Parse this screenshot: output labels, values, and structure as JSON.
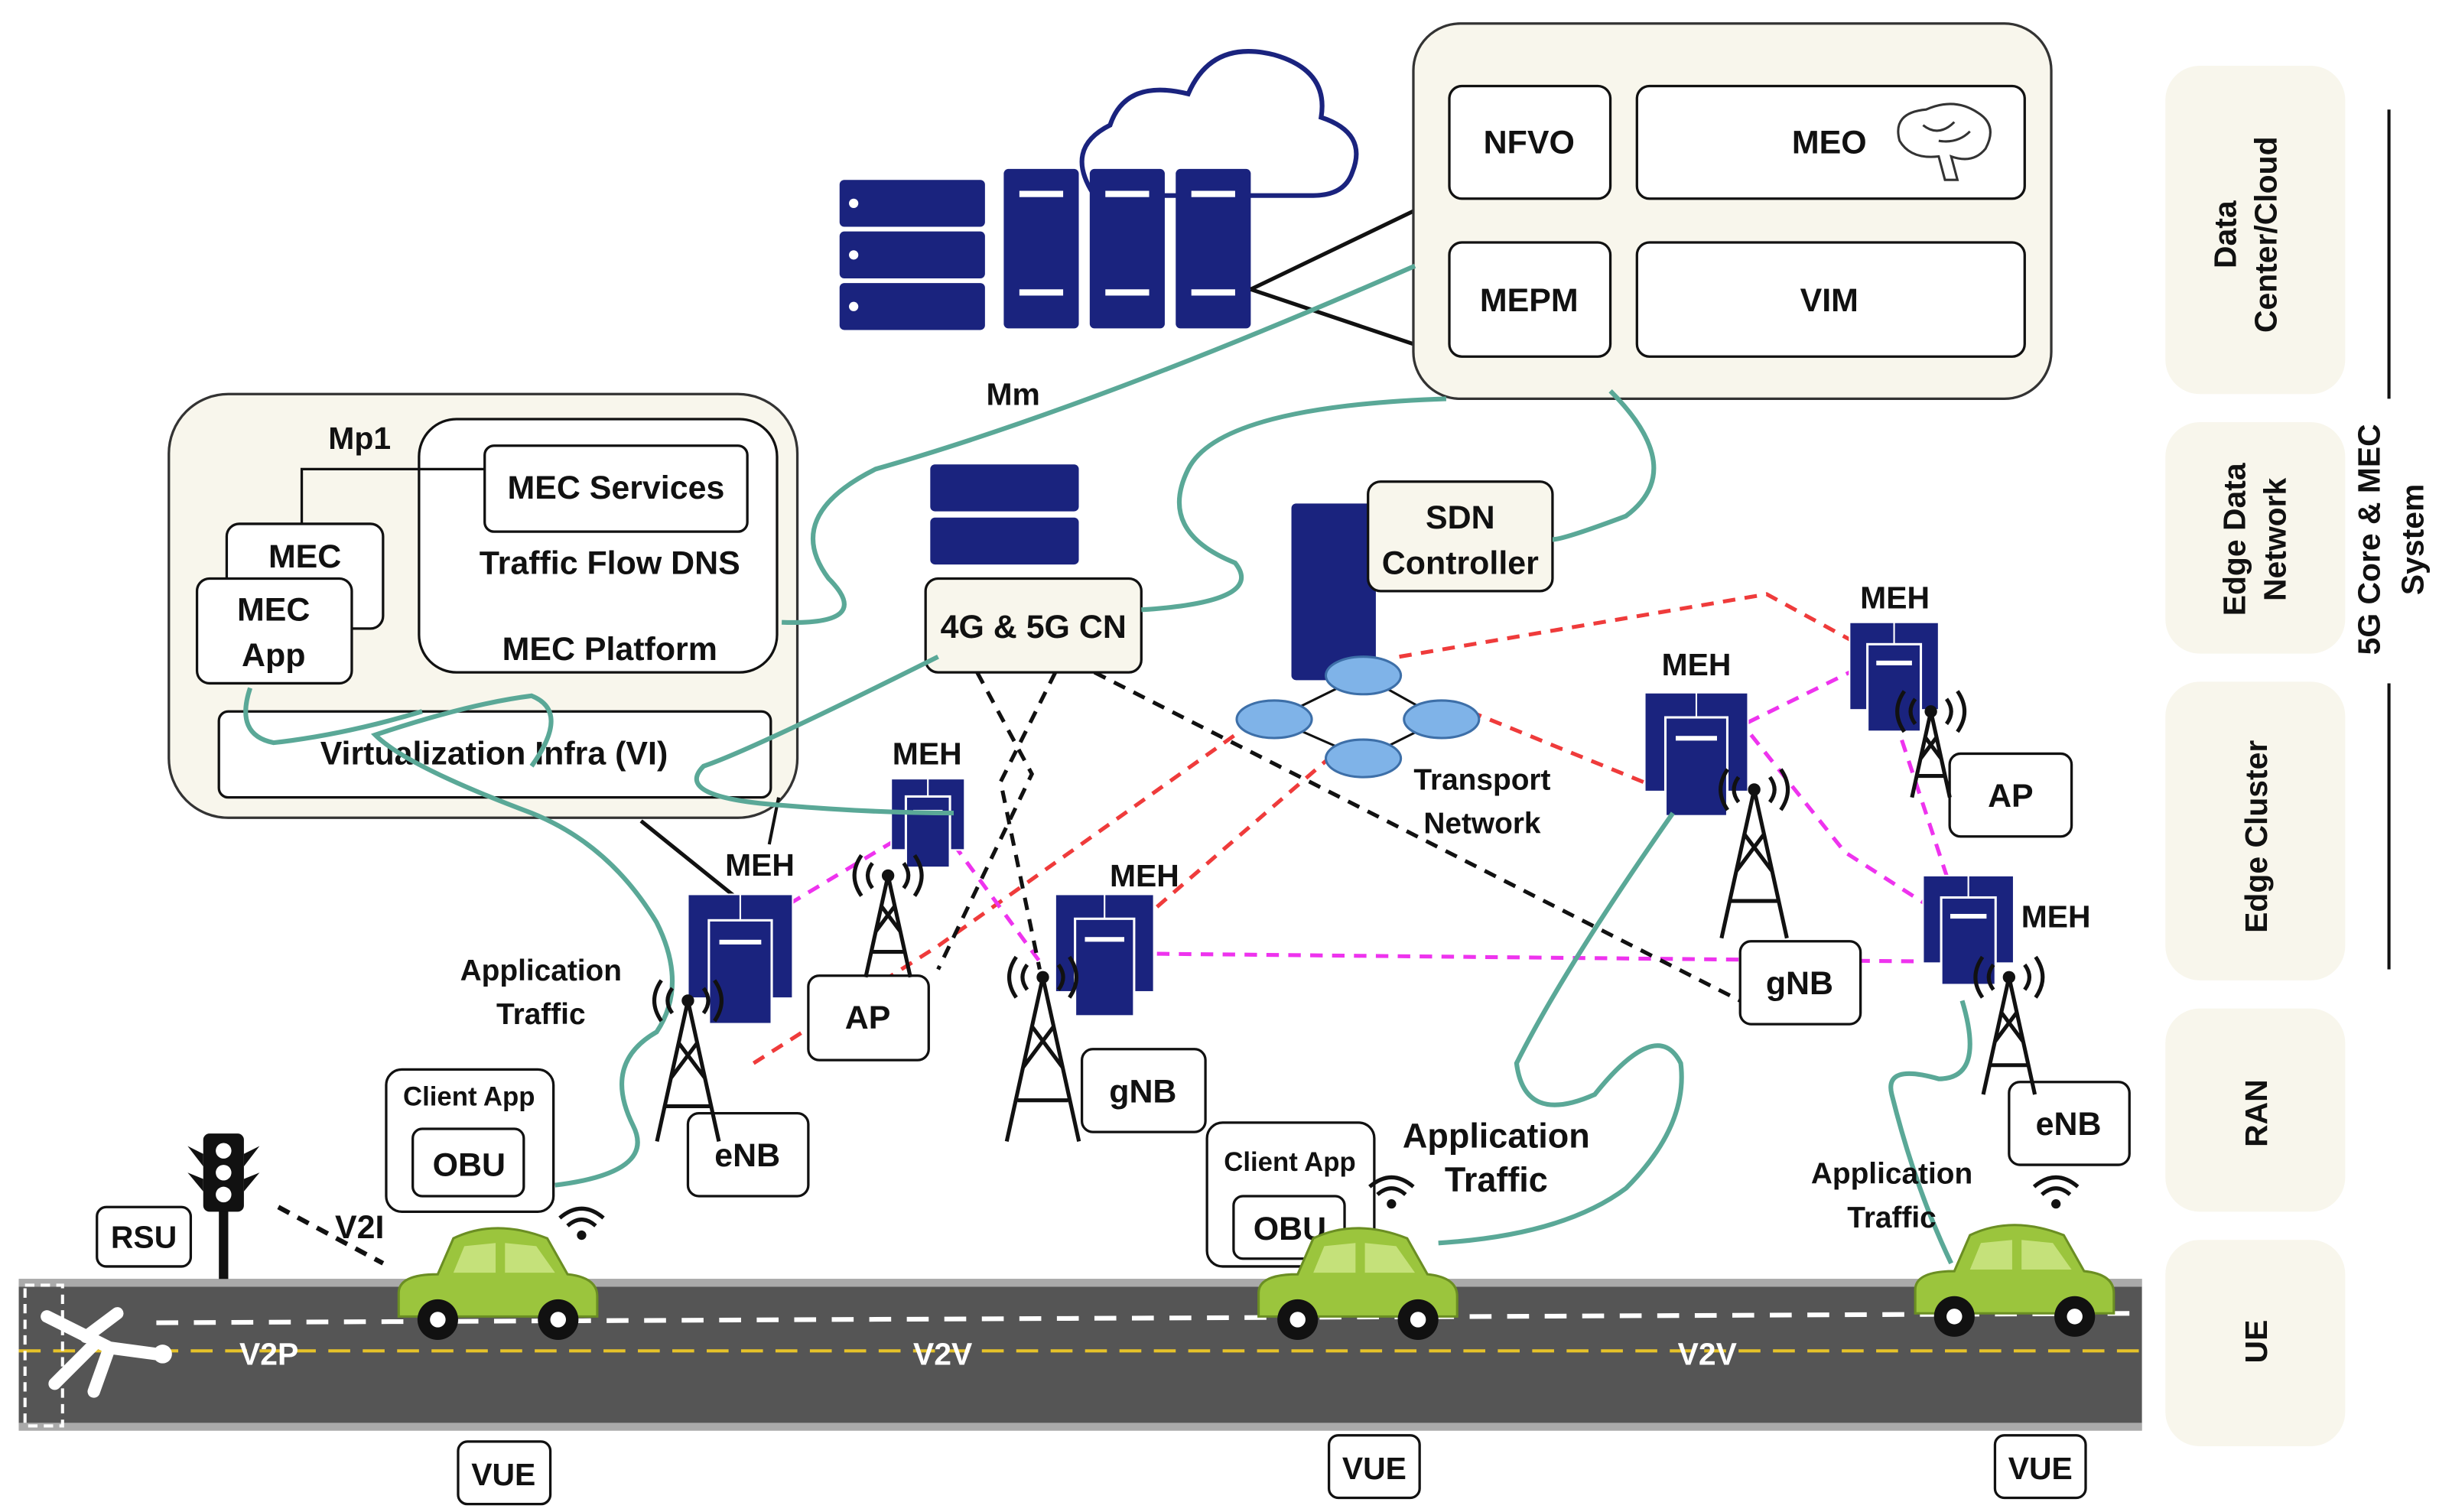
{
  "cloud_management": {
    "nfvo": "NFVO",
    "meo": "MEO",
    "mepm": "MEPM",
    "vim": "VIM"
  },
  "interfaces": {
    "mm": "Mm",
    "mp1": "Mp1",
    "v2i": "V2I",
    "v2p": "V2P",
    "v2v_1": "V2V",
    "v2v_2": "V2V"
  },
  "mec_host": {
    "mec": "MEC",
    "mec_app_1": "MEC",
    "mec_app_2": "App",
    "mec_services": "MEC Services",
    "traffic_flow_dns": "Traffic Flow DNS",
    "mec_platform": "MEC Platform",
    "virtualization_infra": "Virtualization Infra (VI)"
  },
  "core": {
    "cn": "4G & 5G CN",
    "sdn_1": "SDN",
    "sdn_2": "Controller",
    "transport_1": "Transport",
    "transport_2": "Network"
  },
  "meh_labels": [
    "MEH",
    "MEH",
    "MEH",
    "MEH",
    "MEH",
    "MEH"
  ],
  "ran": {
    "ap_1": "AP",
    "gnb_1": "gNB",
    "enb_1": "eNB",
    "gnb_2": "gNB",
    "ap_2": "AP",
    "enb_2": "eNB"
  },
  "ue": {
    "client_app": "Client App",
    "obu": "OBU",
    "rsu": "RSU",
    "vue": "VUE",
    "app_traffic_1": "Application",
    "app_traffic_2": "Traffic"
  },
  "layers": [
    "Data",
    "Center/Cloud",
    "Edge Data",
    "Network",
    "Edge Cluster",
    "RAN",
    "UE"
  ],
  "system_label": [
    "5G Core & MEC",
    "System"
  ],
  "colors": {
    "server": "#1a237e",
    "panel": "#f8f6ec",
    "app_traffic": "#5aa897",
    "red_link": "#ef3b3b",
    "magenta_link": "#ee33ee",
    "car": "#9bc53d",
    "road": "#555555"
  }
}
